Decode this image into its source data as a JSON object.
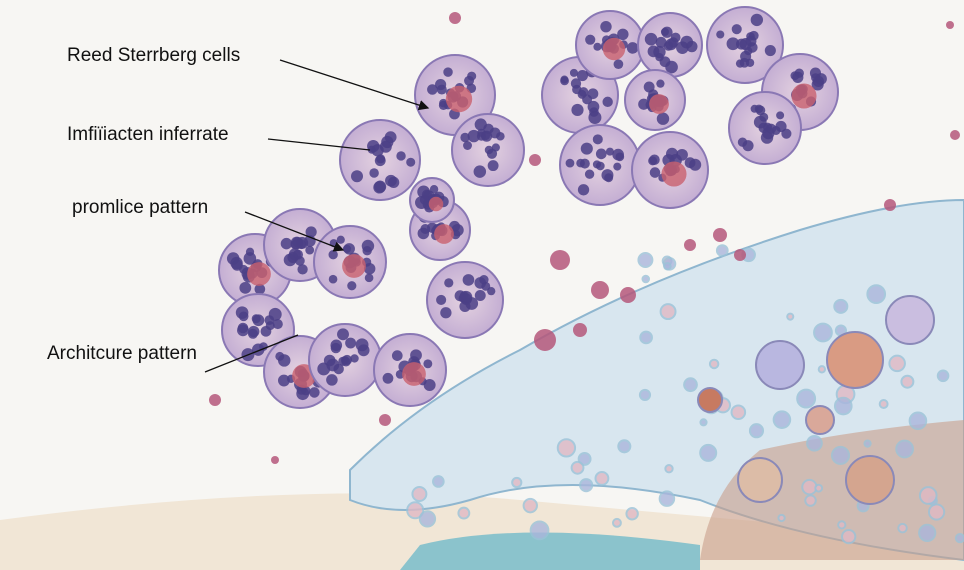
{
  "labels": [
    {
      "text": "Reed Sterrberg cells"
    },
    {
      "text": "Imfiïiacten inferrate"
    },
    {
      "text": "promlice pattern"
    },
    {
      "text": "Architcure pattern"
    }
  ],
  "colors": {
    "background": "#f7f6f3",
    "lobe_fill": "#cdb6d6",
    "lobe_edge": "#8a78b4",
    "nucleus": "#4b3f86",
    "rs_cell": "#c9606e",
    "stroma": "#9cc2d8",
    "water": "#5fb4c8"
  }
}
